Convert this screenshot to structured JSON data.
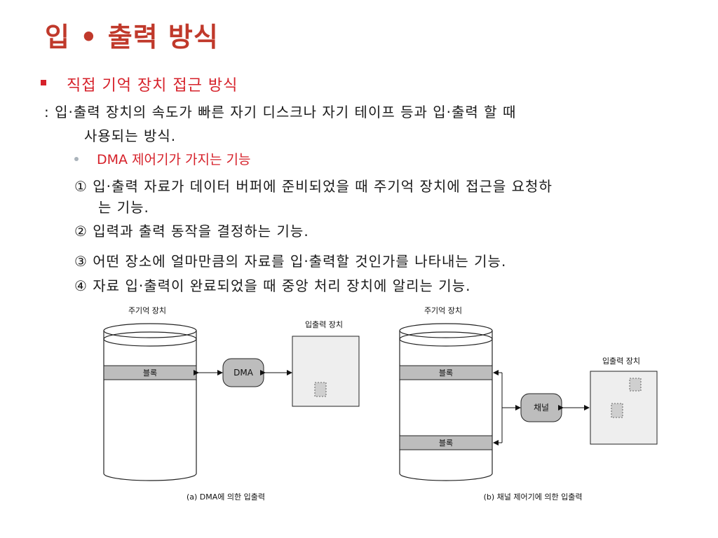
{
  "title": "입 • 출력 방식",
  "section": {
    "heading": "직접 기억 장치 접근 방식",
    "desc_line1": ": 입·출력 장치의 속도가 빠른 자기 디스크나 자기 테이프 등과 입·출력 할 때",
    "desc_line2": "사용되는 방식.",
    "sub_heading": "DMA 제어기가 가지는 기능",
    "items": [
      "① 입·출력 자료가 데이터 버퍼에 준비되었을 때 주기억 장치에 접근을 요청하",
      "는 기능.",
      "② 입력과 출력 동작을 결정하는 기능.",
      "③ 어떤 장소에 얼마만큼의 자료를 입·출력할 것인가를 나타내는 기능.",
      "④ 자료 입·출력이 완료되었을 때 중앙 처리 장치에 알리는 기능."
    ]
  },
  "diagram_a": {
    "memory_label": "주기억 장치",
    "block_label": "블록",
    "controller_label": "DMA",
    "device_label": "입출력 장치",
    "caption": "(a) DMA에 의한 입출력"
  },
  "diagram_b": {
    "memory_label": "주기억 장치",
    "block1_label": "블록",
    "block2_label": "블록",
    "controller_label": "채널",
    "device_label": "입출력 장치",
    "caption": "(b) 채널 제어기에 의한 입출력"
  },
  "colors": {
    "accent_red": "#d6212a",
    "title_red": "#c0392b",
    "block_gray": "#bdbdbd",
    "device_fill": "#eeeeee"
  }
}
